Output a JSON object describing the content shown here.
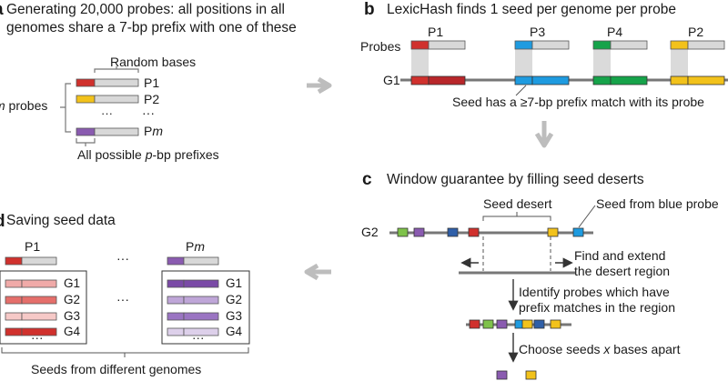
{
  "panel_a": {
    "letter": "a",
    "title_line1": "Generating 20,000 probes: all positions in all",
    "title_line2": "genomes share a 7-bp prefix with one of these",
    "random_bases": "Random bases",
    "m_probes": "m probes",
    "probe_labels": [
      "P1",
      "P2",
      "···",
      "Pm"
    ],
    "prefixes_label": "All possible p-bp prefixes"
  },
  "panel_b": {
    "letter": "b",
    "title": "LexicHash finds 1 seed per genome per probe",
    "probes_label": "Probes",
    "probe_names": [
      "P1",
      "P3",
      "P4",
      "P2"
    ],
    "genome_label": "G1",
    "caption": "Seed has a ≥7-bp prefix match with its probe"
  },
  "panel_c": {
    "letter": "c",
    "title": "Window guarantee by filling seed deserts",
    "seed_desert": "Seed desert",
    "seed_from_blue": "Seed from blue probe",
    "genome_label": "G2",
    "find_extend_1": "Find and extend",
    "find_extend_2": "the desert region",
    "identify_1": "Identify probes which have",
    "identify_2": "prefix matches in the region",
    "choose": "Choose seeds x bases apart"
  },
  "panel_d": {
    "letter": "d",
    "title": "Saving seed data",
    "probe_left": "P1",
    "probe_right": "Pm",
    "dots": "···",
    "genomes": [
      "G1",
      "G2",
      "G3",
      "G4"
    ],
    "caption": "Seeds from different genomes"
  },
  "colors": {
    "red": "#d0312d",
    "yellow": "#f2c21b",
    "purple": "#8a5bb0",
    "blue": "#1e9be0",
    "green": "#16a34a",
    "lightgreen": "#7ec24a",
    "navy": "#2f5fa8",
    "gray_bar": "#d8d8d8",
    "line": "#777777",
    "arrow": "#bdbdbd"
  }
}
